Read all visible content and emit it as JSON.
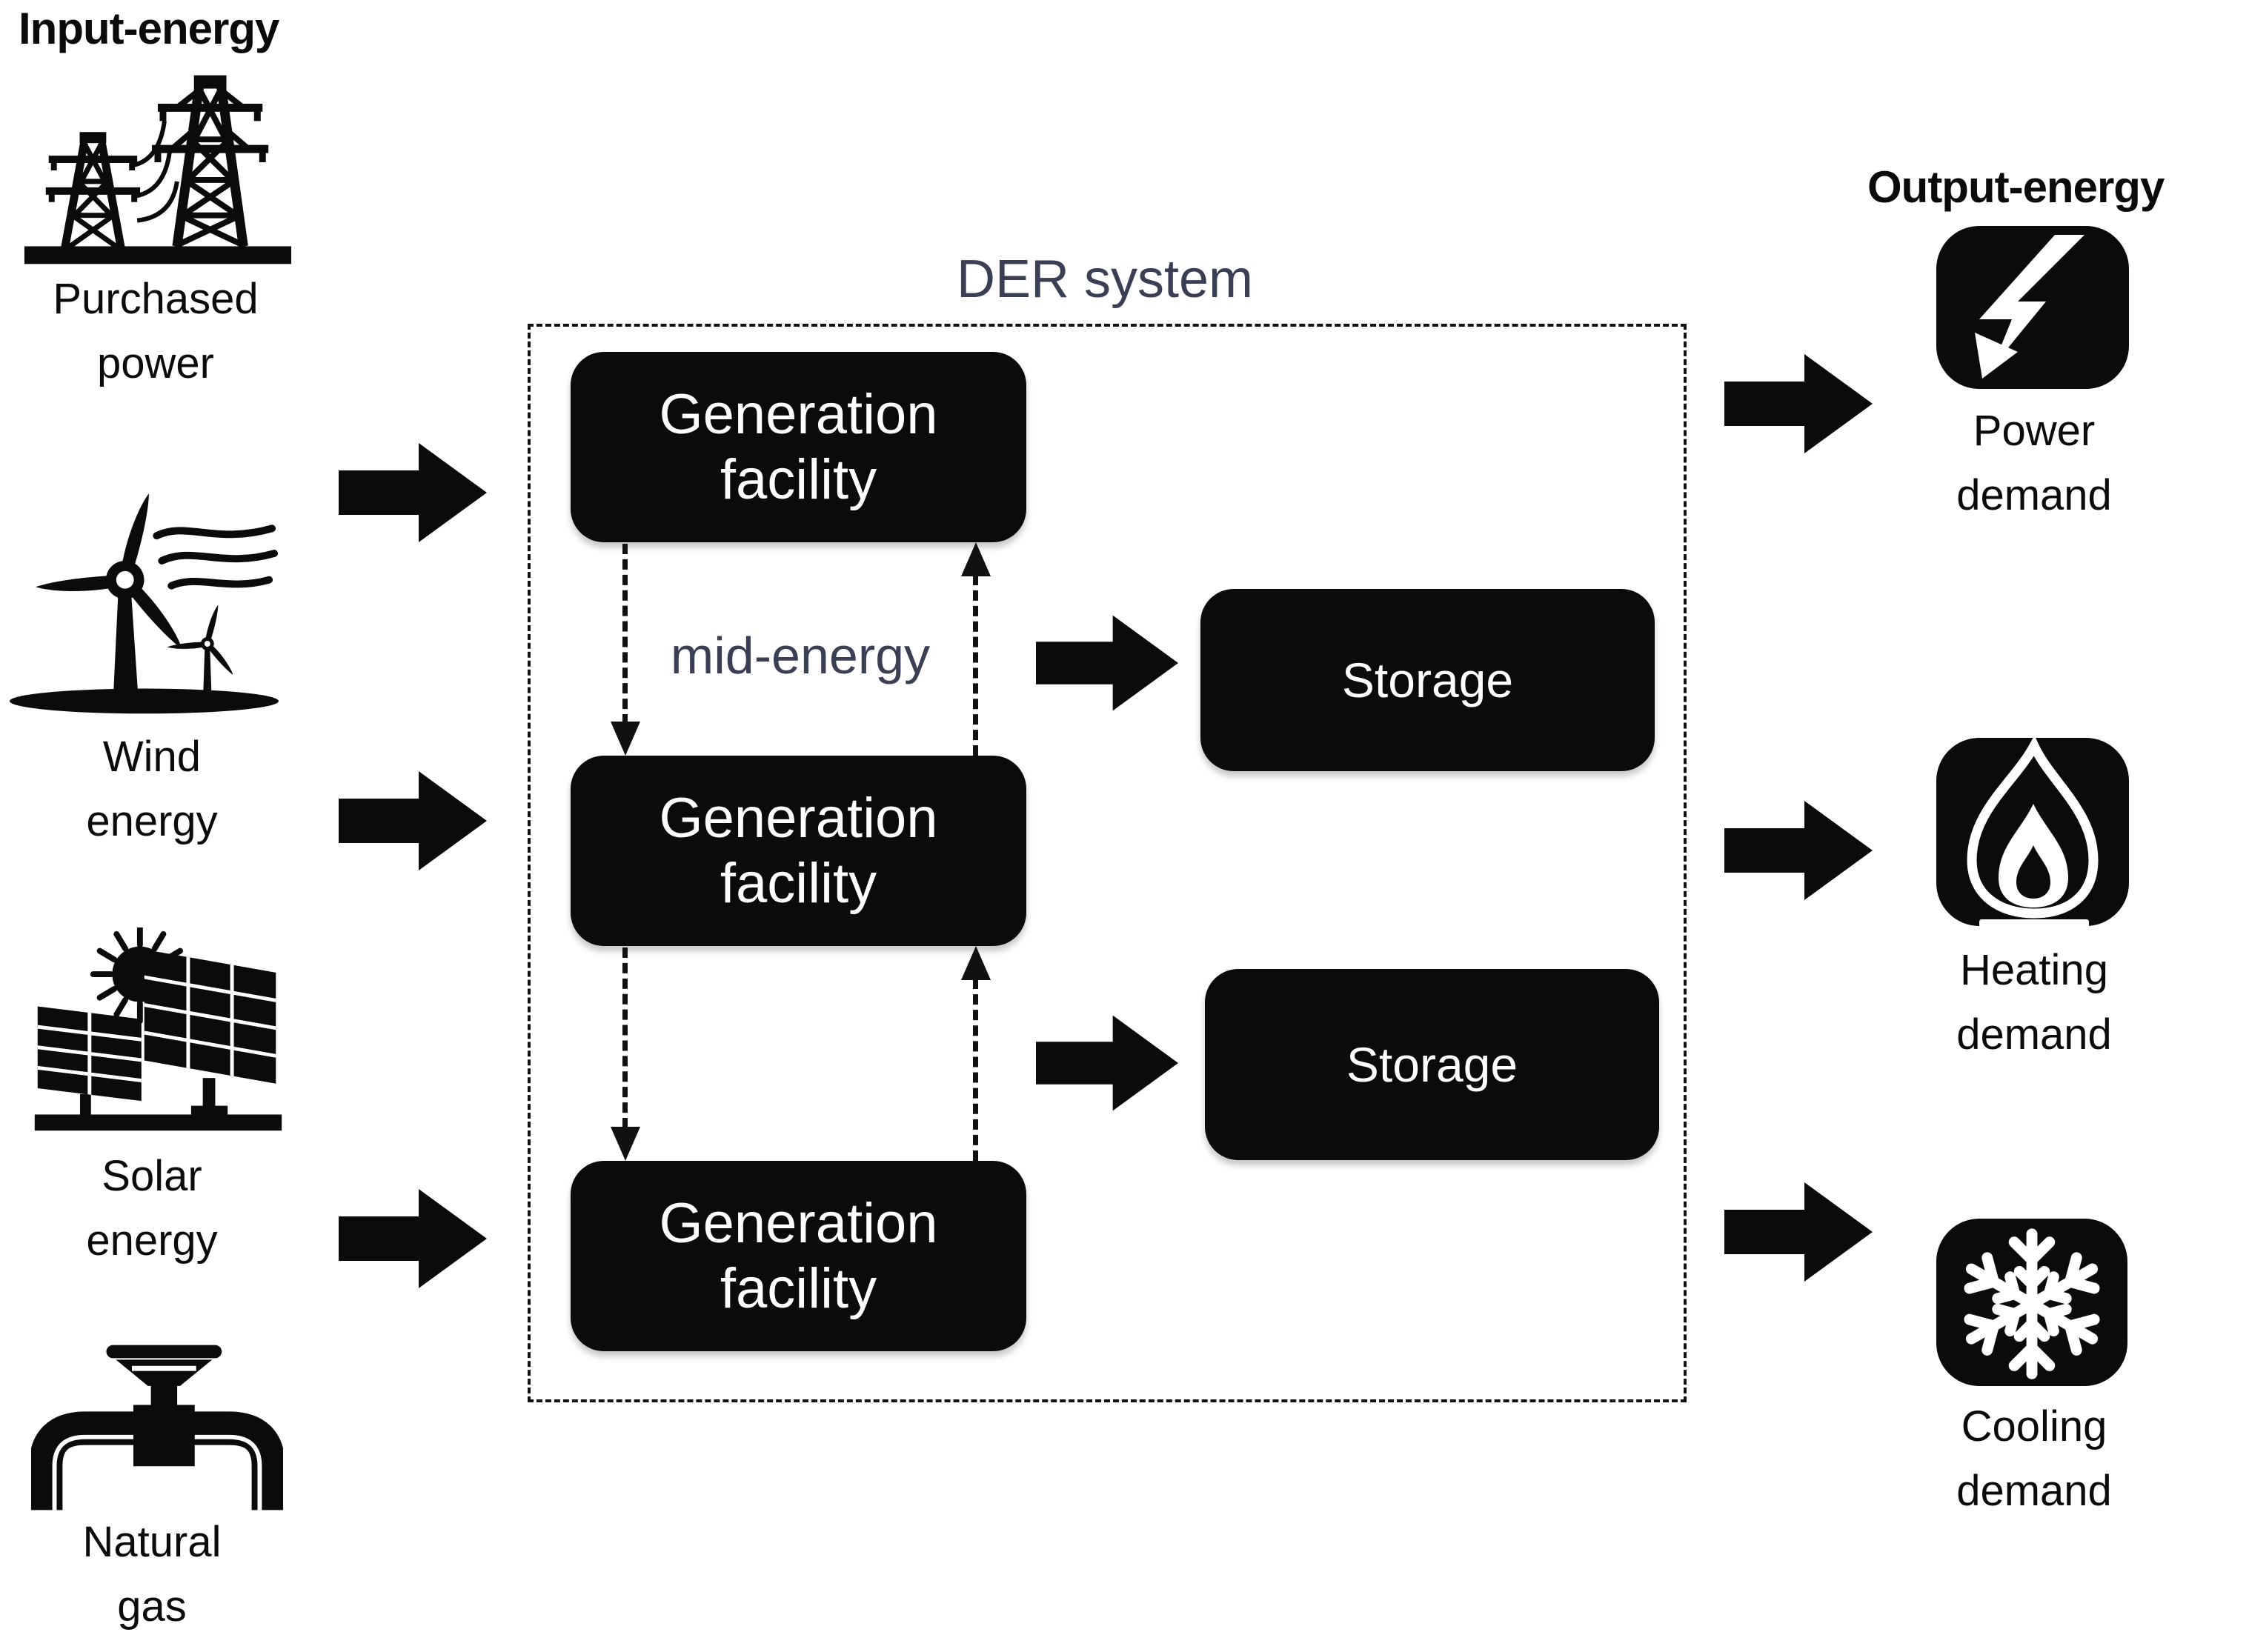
{
  "colors": {
    "ink": "#0b0b0b",
    "accent": "#3b3f55"
  },
  "input": {
    "title": "Input-energy",
    "sources": [
      {
        "icon": "transmission-towers-icon",
        "lines": [
          "Purchased",
          "power"
        ]
      },
      {
        "icon": "wind-turbines-icon",
        "lines": [
          "Wind",
          "energy"
        ]
      },
      {
        "icon": "solar-panels-icon",
        "lines": [
          "Solar",
          "energy"
        ]
      },
      {
        "icon": "gas-valve-icon",
        "lines": [
          "Natural",
          "gas"
        ]
      }
    ]
  },
  "der": {
    "title": "DER system",
    "mid_energy": "mid-energy",
    "generation": [
      {
        "lines": [
          "Generation",
          "facility"
        ]
      },
      {
        "lines": [
          "Generation",
          "facility"
        ]
      },
      {
        "lines": [
          "Generation",
          "facility"
        ]
      }
    ],
    "storage": [
      {
        "label": "Storage"
      },
      {
        "label": "Storage"
      }
    ]
  },
  "output": {
    "title": "Output-energy",
    "demands": [
      {
        "icon": "lightning-icon",
        "lines": [
          "Power",
          "demand"
        ]
      },
      {
        "icon": "flame-icon",
        "lines": [
          "Heating",
          "demand"
        ]
      },
      {
        "icon": "snowflake-icon",
        "lines": [
          "Cooling",
          "demand"
        ]
      }
    ]
  }
}
